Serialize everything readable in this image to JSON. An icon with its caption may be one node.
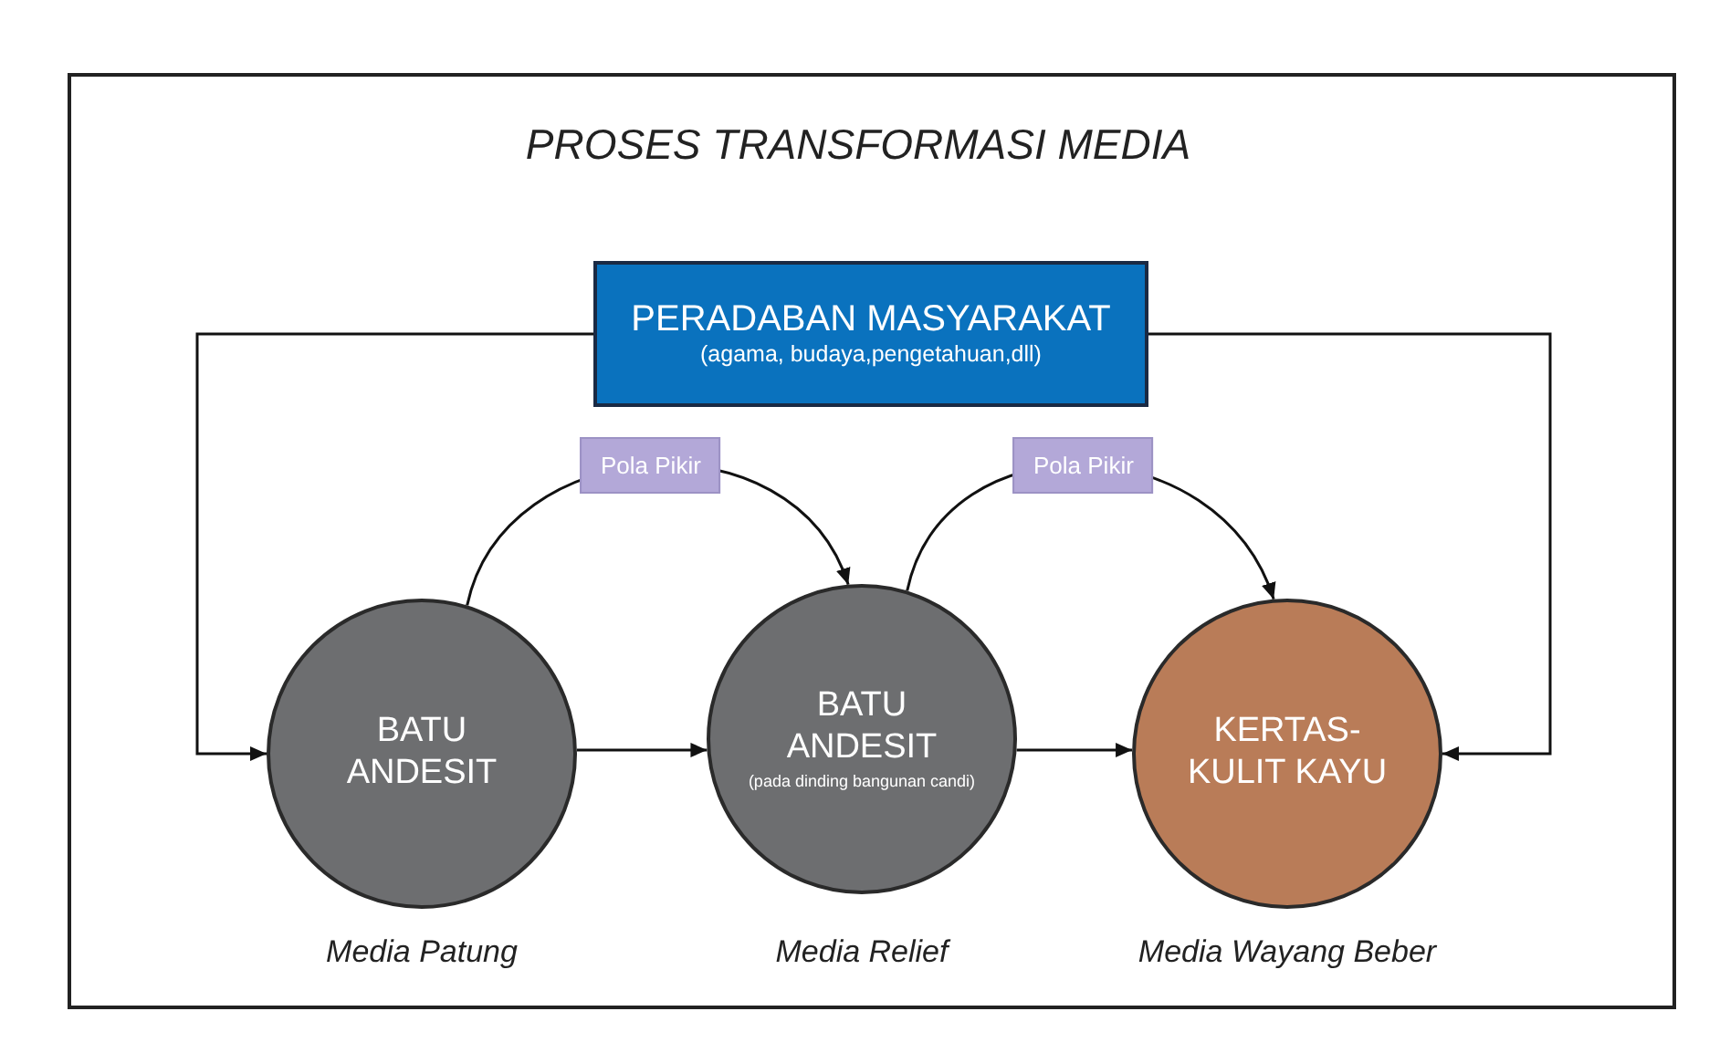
{
  "diagram": {
    "title": "PROSES TRANSFORMASI MEDIA",
    "nodes": [
      {
        "text": [
          "PERADABAN MASYARAKAT",
          "(agama, budaya,pengetahuan,dll)"
        ]
      },
      {
        "text": [
          "BATU ANDESIT"
        ],
        "beside": [
          "Media Patung"
        ]
      },
      {
        "text": [
          "BATU ANDESIT",
          "(pada dinding bangunan candi)"
        ],
        "beside": [
          "Media Relief"
        ]
      },
      {
        "text": [
          "KERTAS- KULIT KAYU"
        ],
        "beside": [
          "Media Wayang Beber"
        ]
      }
    ],
    "edges": [
      {
        "from": 0,
        "to": 1,
        "arrow": "to"
      },
      {
        "from": 0,
        "to": 3,
        "arrow": "to"
      },
      {
        "from": 1,
        "to": 2,
        "arrow": "to"
      },
      {
        "from": 2,
        "to": 3,
        "arrow": "to"
      },
      {
        "from": 1,
        "to": 2,
        "arrow": "to",
        "label": "Pola Pikir"
      },
      {
        "from": 2,
        "to": 3,
        "arrow": "to",
        "label": "Pola Pikir"
      }
    ]
  }
}
